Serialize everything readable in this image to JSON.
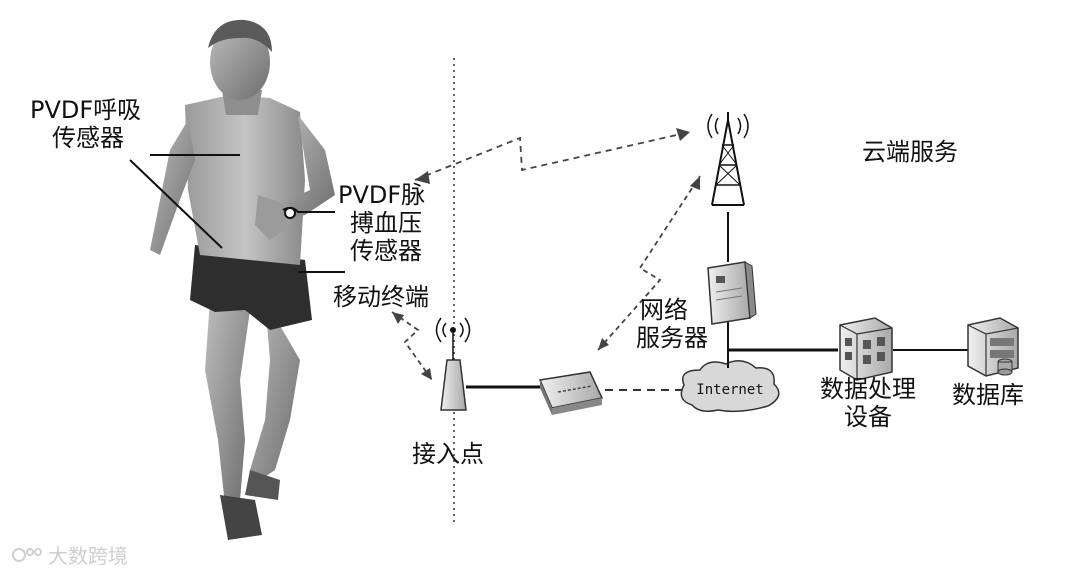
{
  "labels": {
    "breathing_sensor": [
      "PVDF呼吸",
      "传感器"
    ],
    "pulse_sensor": [
      "PVDF脉",
      "搏血压",
      "传感器"
    ],
    "mobile_terminal": "移动终端",
    "access_point": "接入点",
    "network_server": [
      "网络",
      "服务器"
    ],
    "cloud_service": "云端服务",
    "internet": "Internet",
    "data_processing": [
      "数据处理",
      "设备"
    ],
    "database": "数据库"
  },
  "watermark": "大数跨境"
}
